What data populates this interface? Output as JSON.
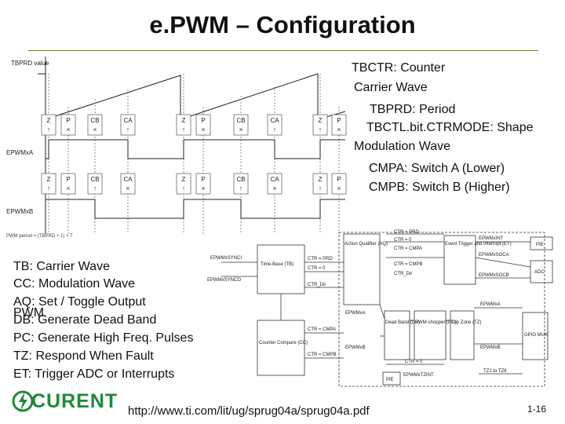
{
  "title": "e.PWM – Configuration",
  "right_notes": [
    "TBCTR: Counter",
    "Carrier Wave",
    "TBPRD: Period",
    "TBCTL.bit.CTRMODE: Shape",
    "Modulation Wave",
    "CMPA: Switch A (Lower)",
    "CMPB: Switch B (Higher)"
  ],
  "left_notes": [
    "TB: Carrier Wave",
    "CC: Modulation Wave",
    "AQ: Set / Toggle Output",
    "PWM",
    "DB: Generate Dead Band",
    "PC: Generate High Freq. Pulses",
    "TZ: Respond When Fault",
    "ET: Trigger ADC or Interrupts"
  ],
  "url": "http://www.ti.com/lit/ug/sprug04a/sprug04a.pdf",
  "page_number": "1-16",
  "logo_text": "CURENT",
  "waveform": {
    "tbprd_label": "TBPRD value",
    "epwmxa_label": "EPWMxA",
    "epwmxb_label": "EPWMxB",
    "period_note": "PWM period = (TBPRD + 1) × T",
    "event_labels": [
      "Z",
      "P",
      "CB",
      "CA"
    ]
  },
  "block": {
    "sync_in": "EPWMxSYNCI",
    "sync_out": "EPWMxSYNCO",
    "time_base": "Time-Base (TB)",
    "counter_compare": "Counter Compare (CC)",
    "action_qualifier": "Action Qualifier (AQ)",
    "dead_band": "Dead Band (DB)",
    "pwm_chopper": "PWM-chopper (PC)",
    "trip_zone": "Trip Zone (TZ)",
    "event_trigger": "Event Trigger and Interrupt (ET)",
    "sig_ctr_prd_top": "CTR = PRD",
    "sig_ctr_zero_top": "CTR = 0",
    "sig_ctr_cmpa_top": "CTR = CMPA",
    "sig_ctr_cmpb_top": "CTR = CMPB",
    "sig_ctr_dir_top": "CTR_Dir",
    "sig_ctr_prd": "CTR = PRD",
    "sig_ctr_zero": "CTR = 0",
    "sig_ctr_dir": "CTR_Dir",
    "sig_ctr_cmpa": "CTR = CMPA",
    "sig_ctr_cmpb": "CTR = CMPB",
    "sig_epwma": "EPWMxA",
    "sig_epwmb": "EPWMxB",
    "sig_ctr_zero_bottom": "CTR = 0",
    "sig_tz_in": "EPWMxTZINT",
    "out_int": "EPWMxINT",
    "out_soca": "EPWMxSOCA",
    "out_socb": "EPWMxSOCB",
    "out_a": "EPWMxA",
    "out_b": "EPWMxB",
    "tz_inputs": "TZ1 to TZ6",
    "pie": "PIE",
    "adc": "ADC",
    "gpio_mux": "GPIO MUX",
    "pie_bottom": "PIE"
  }
}
